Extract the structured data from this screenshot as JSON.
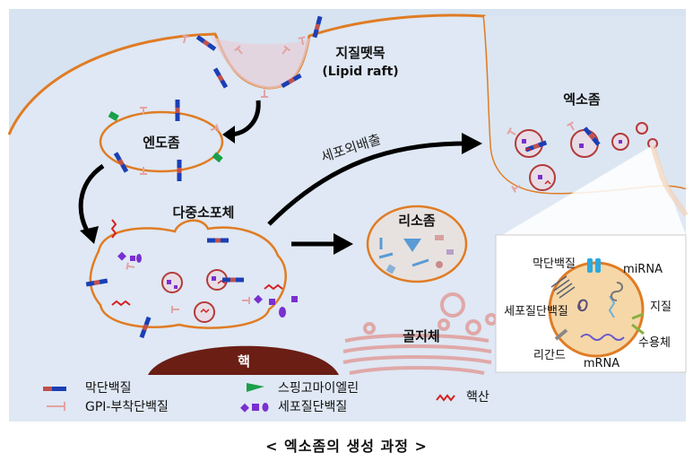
{
  "labels": {
    "lipid_raft_ko": "지질뗏목",
    "lipid_raft_en": "(Lipid raft)",
    "exosome": "엑소좀",
    "endosome": "엔도좀",
    "exocytosis": "세포외배출",
    "mvb": "다중소포체",
    "lysosome": "리소좀",
    "golgi": "골지체",
    "nucleus": "핵"
  },
  "inset": {
    "membrane_protein": "막단백질",
    "mirna": "miRNA",
    "cytoplasmic_protein": "세포질단백질",
    "lipid": "지질",
    "ligand": "리간드",
    "receptor": "수용체",
    "mrna": "mRNA"
  },
  "legend": {
    "membrane_protein": "막단백질",
    "gpi_protein": "GPI-부착단백질",
    "sphingomyelin": "스핑고마이엘린",
    "cytoplasmic_protein": "세포질단백질",
    "nucleic_acid": "핵산"
  },
  "caption": "< 엑소좀의 생성 과정 >",
  "colors": {
    "cell_fill": "#d7e3f1",
    "membrane": "#e07c24",
    "membrane_blue": "#1a3fb5",
    "membrane_red": "#c0504d",
    "nucleus": "#6b1e14",
    "lysosome_fill": "#e7e2e0",
    "nucleic_acid": "#d62020",
    "sphingomyelin": "#1aa04a",
    "cytoplasmic": "#7a2fd0"
  }
}
